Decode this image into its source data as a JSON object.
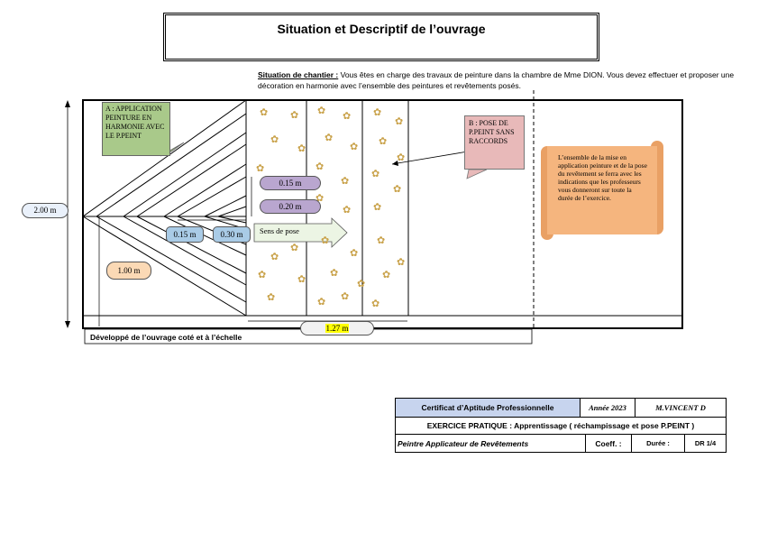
{
  "title": "Situation et Descriptif de l’ouvrage",
  "situation": {
    "label": "Situation de chantier :",
    "text": " Vous êtes en charge des travaux de peinture dans la chambre de Mme DION. Vous devez effectuer et proposer une décoration en harmonie avec l’ensemble des peintures et revêtements posés."
  },
  "callouts": {
    "a": "A : APPLICATION PEINTURE EN HARMONIE AVEC LE P.PEINT",
    "b": "B : POSE DE P.PEINT SANS RACCORDS",
    "scroll": "L’ensemble de la mise en application peinture et de la pose du revêtement se ferra avec les indications que les professeurs vous donneront sur toute la durée de l’exercice."
  },
  "dimensions": {
    "height": "2.00 m",
    "d015a": "0.15 m",
    "d020": "0.20 m",
    "d015b": "0.15 m",
    "d030": "0.30 m",
    "d100": "1.00 m",
    "d127": "1.27 m"
  },
  "arrow_label": "Sens de pose",
  "drawing_caption": "Développé de l’ouvrage coté et à l’échelle",
  "cartouche": {
    "cap": "Certificat d’Aptitude Professionnelle",
    "annee": "Année 2023",
    "auteur": "M.VINCENT D",
    "exercice": "EXERCICE PRATIQUE : Apprentissage ( réchampissage et pose P.PEINT )",
    "metier": "Peintre Applicateur de Revêtements",
    "coeff": "Coeff. :",
    "duree": "Durée :",
    "page": "DR 1/4"
  },
  "colors": {
    "callout_a": "#a9c98a",
    "callout_b": "#e8b9b9",
    "scroll": "#f5b57e",
    "pill_purple": "#b9a6cf",
    "pill_blue": "#a9cbe6",
    "pill_orange": "#fbd9b5",
    "cap_header": "#c7d4ee"
  }
}
